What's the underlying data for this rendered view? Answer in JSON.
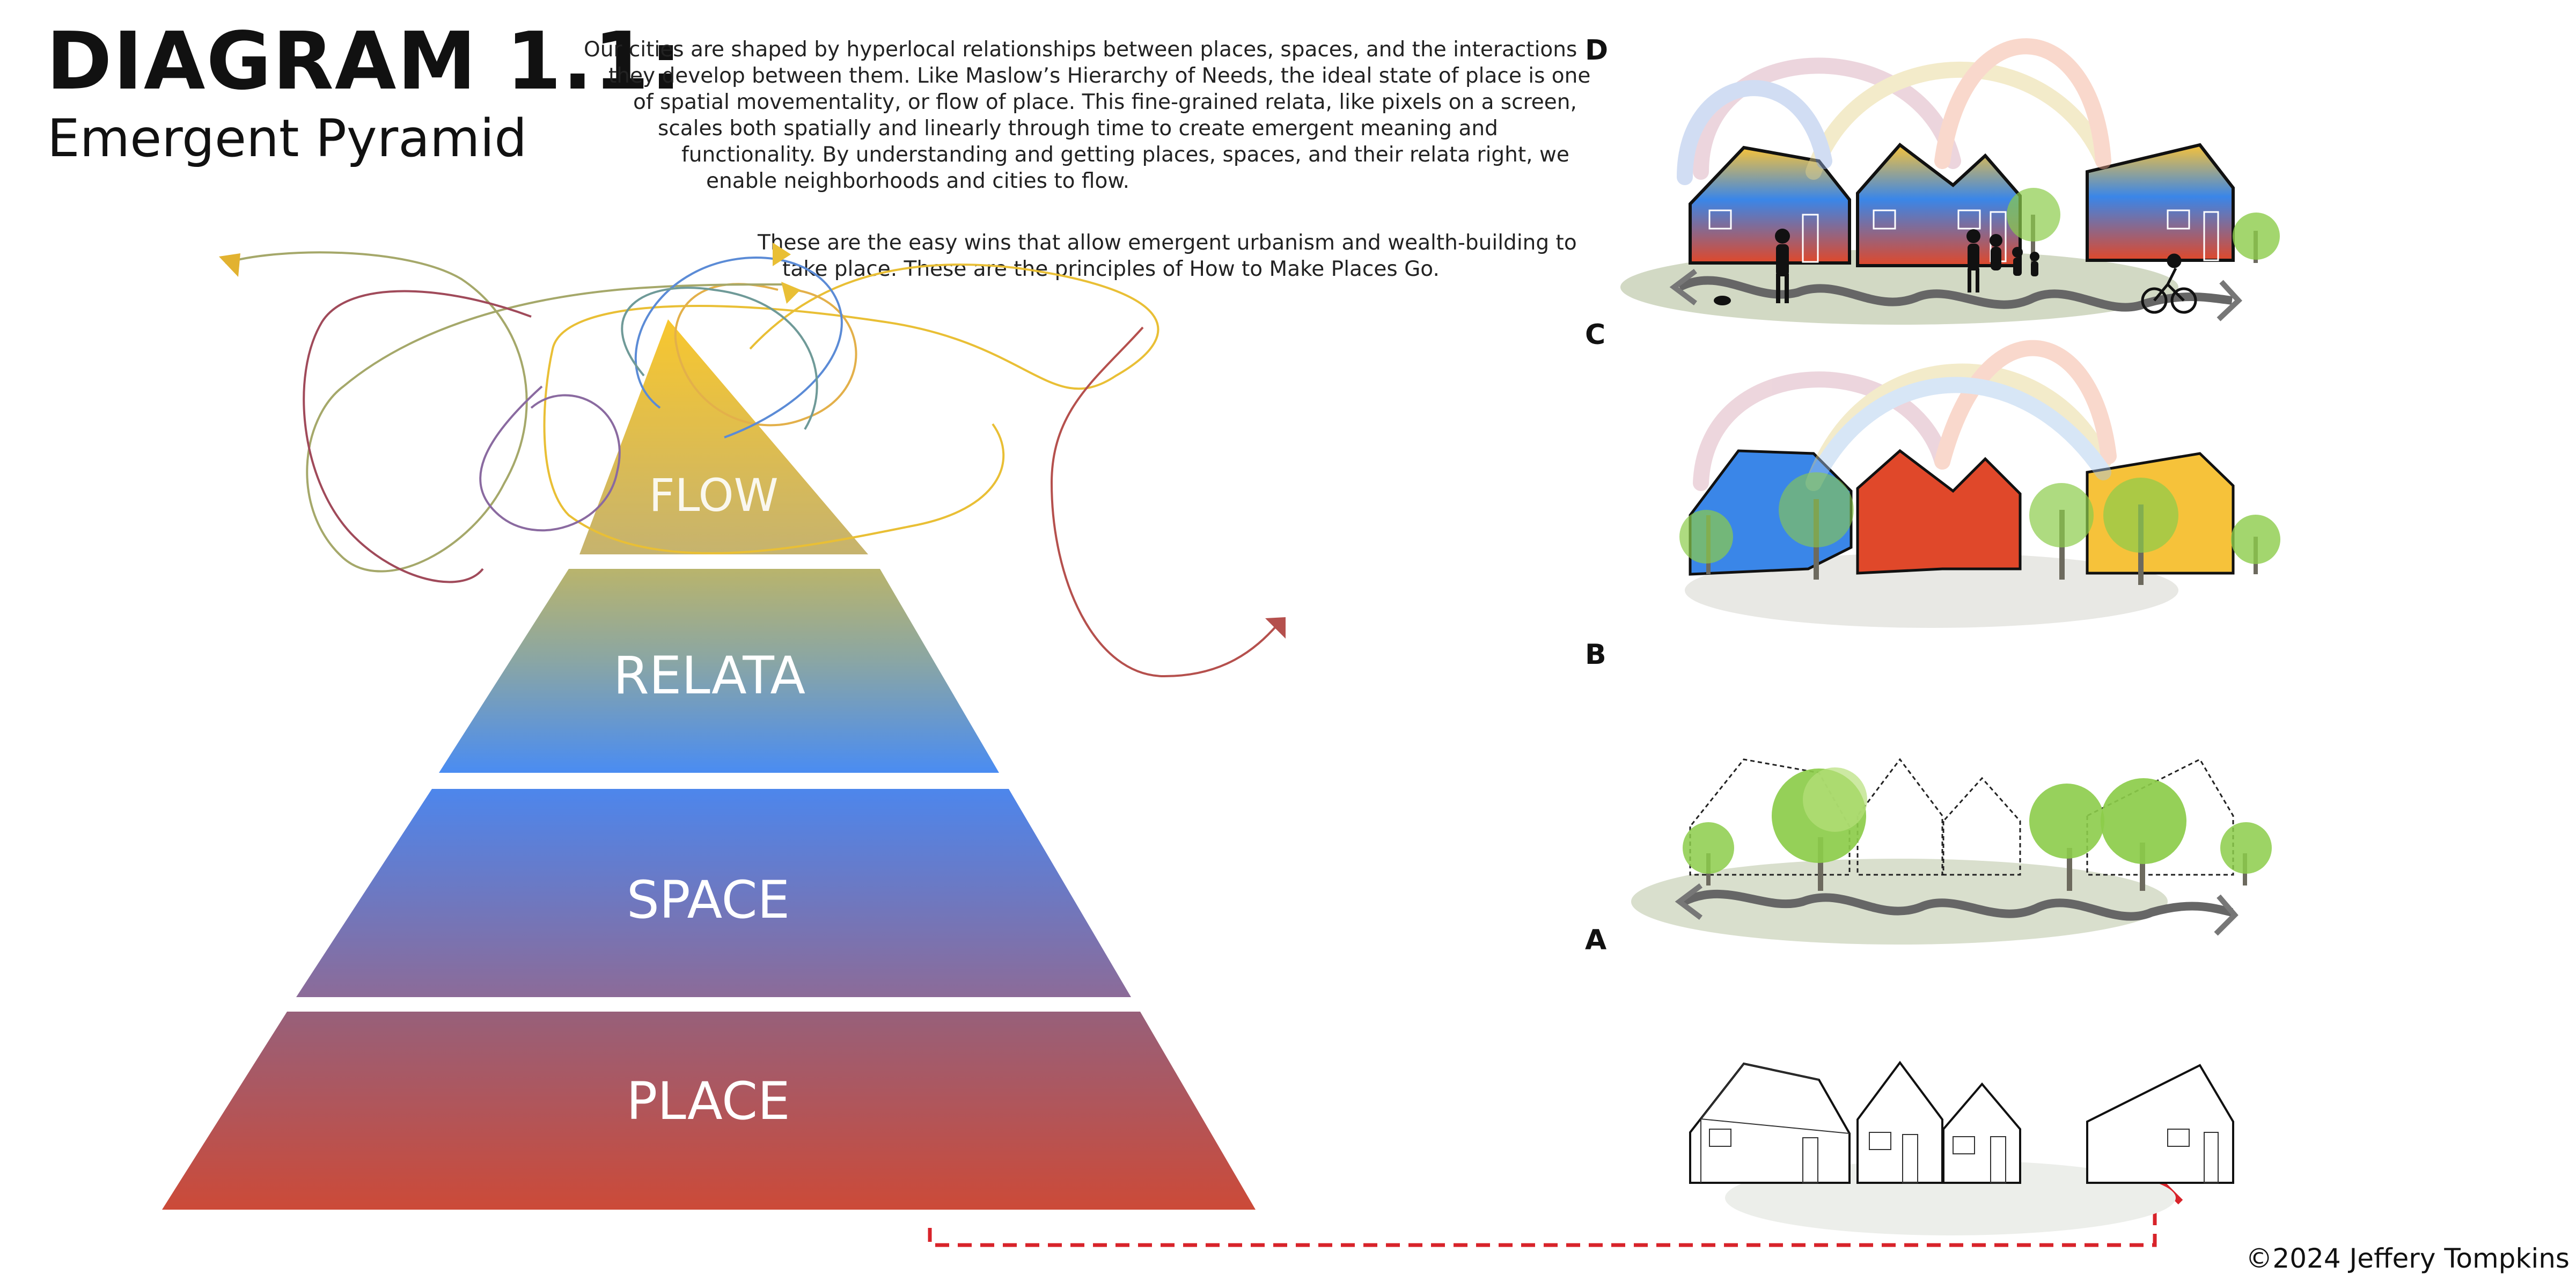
{
  "title": {
    "main": "DIAGRAM 1.1:",
    "sub": "Emergent Pyramid"
  },
  "intro": {
    "paragraph1": [
      "Our cities are shaped by hyperlocal relationships between places, spaces, and the interactions",
      "they develop between them. Like Maslow’s Hierarchy of Needs, the ideal state of place is one",
      "of spatial movementality, or flow of place. This fine-grained relata, like pixels on a screen,",
      "scales both spatially and linearly through time to create emergent meaning and",
      "functionality. By understanding and getting places, spaces, and their relata right, we",
      "enable neighborhoods and cities to flow."
    ],
    "paragraph2": [
      "These are the easy wins that allow emergent urbanism and wealth-building to",
      "take place. These are the principles of How to Make Places Go."
    ]
  },
  "pyramid": {
    "levels": [
      "FLOW",
      "RELATA",
      "SPACE",
      "PLACE"
    ],
    "colors": {
      "flow_top": "#f5c63a",
      "flow_bottom": "#c8b26a",
      "relata_top": "#b8b26c",
      "relata_bottom": "#4a8df0",
      "space_top": "#4f86ea",
      "space_bottom": "#8a6a9a",
      "place_top": "#9a6078",
      "place_bottom": "#c94a3a"
    }
  },
  "panels": {
    "labels": [
      "D",
      "C",
      "B",
      "A"
    ]
  },
  "colors": {
    "accent_red": "#d8232a",
    "house_blue": "#3a86e8",
    "house_red": "#e0482a",
    "house_yellow": "#f6c23a",
    "tree_green": "#8ccc4a",
    "ground": "#e6e8e2"
  },
  "credit": "©2024 Jeffery Tompkins"
}
